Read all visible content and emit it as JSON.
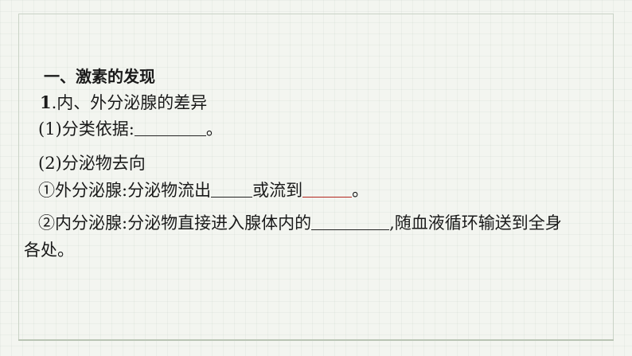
{
  "section_title": "一、激素的发现",
  "item1": {
    "number": "1",
    "text": ".内、外分泌腺的差异"
  },
  "q1": {
    "prefix": "(1)分类依据:",
    "suffix": "。"
  },
  "q2": {
    "text": "(2)分泌物去向"
  },
  "q2a": {
    "prefix": "①外分泌腺:分泌物流出",
    "middle": "或流到",
    "suffix": "。"
  },
  "q2b": {
    "prefix": "②内分泌腺:分泌物直接进入腺体内的",
    "suffix": ",随血液循环输送到全身"
  },
  "q2b_cont": {
    "text": "各处。"
  },
  "colors": {
    "background": "#f3f5f0",
    "text": "#1a1a1a",
    "accent_underline": "#b3261e"
  }
}
